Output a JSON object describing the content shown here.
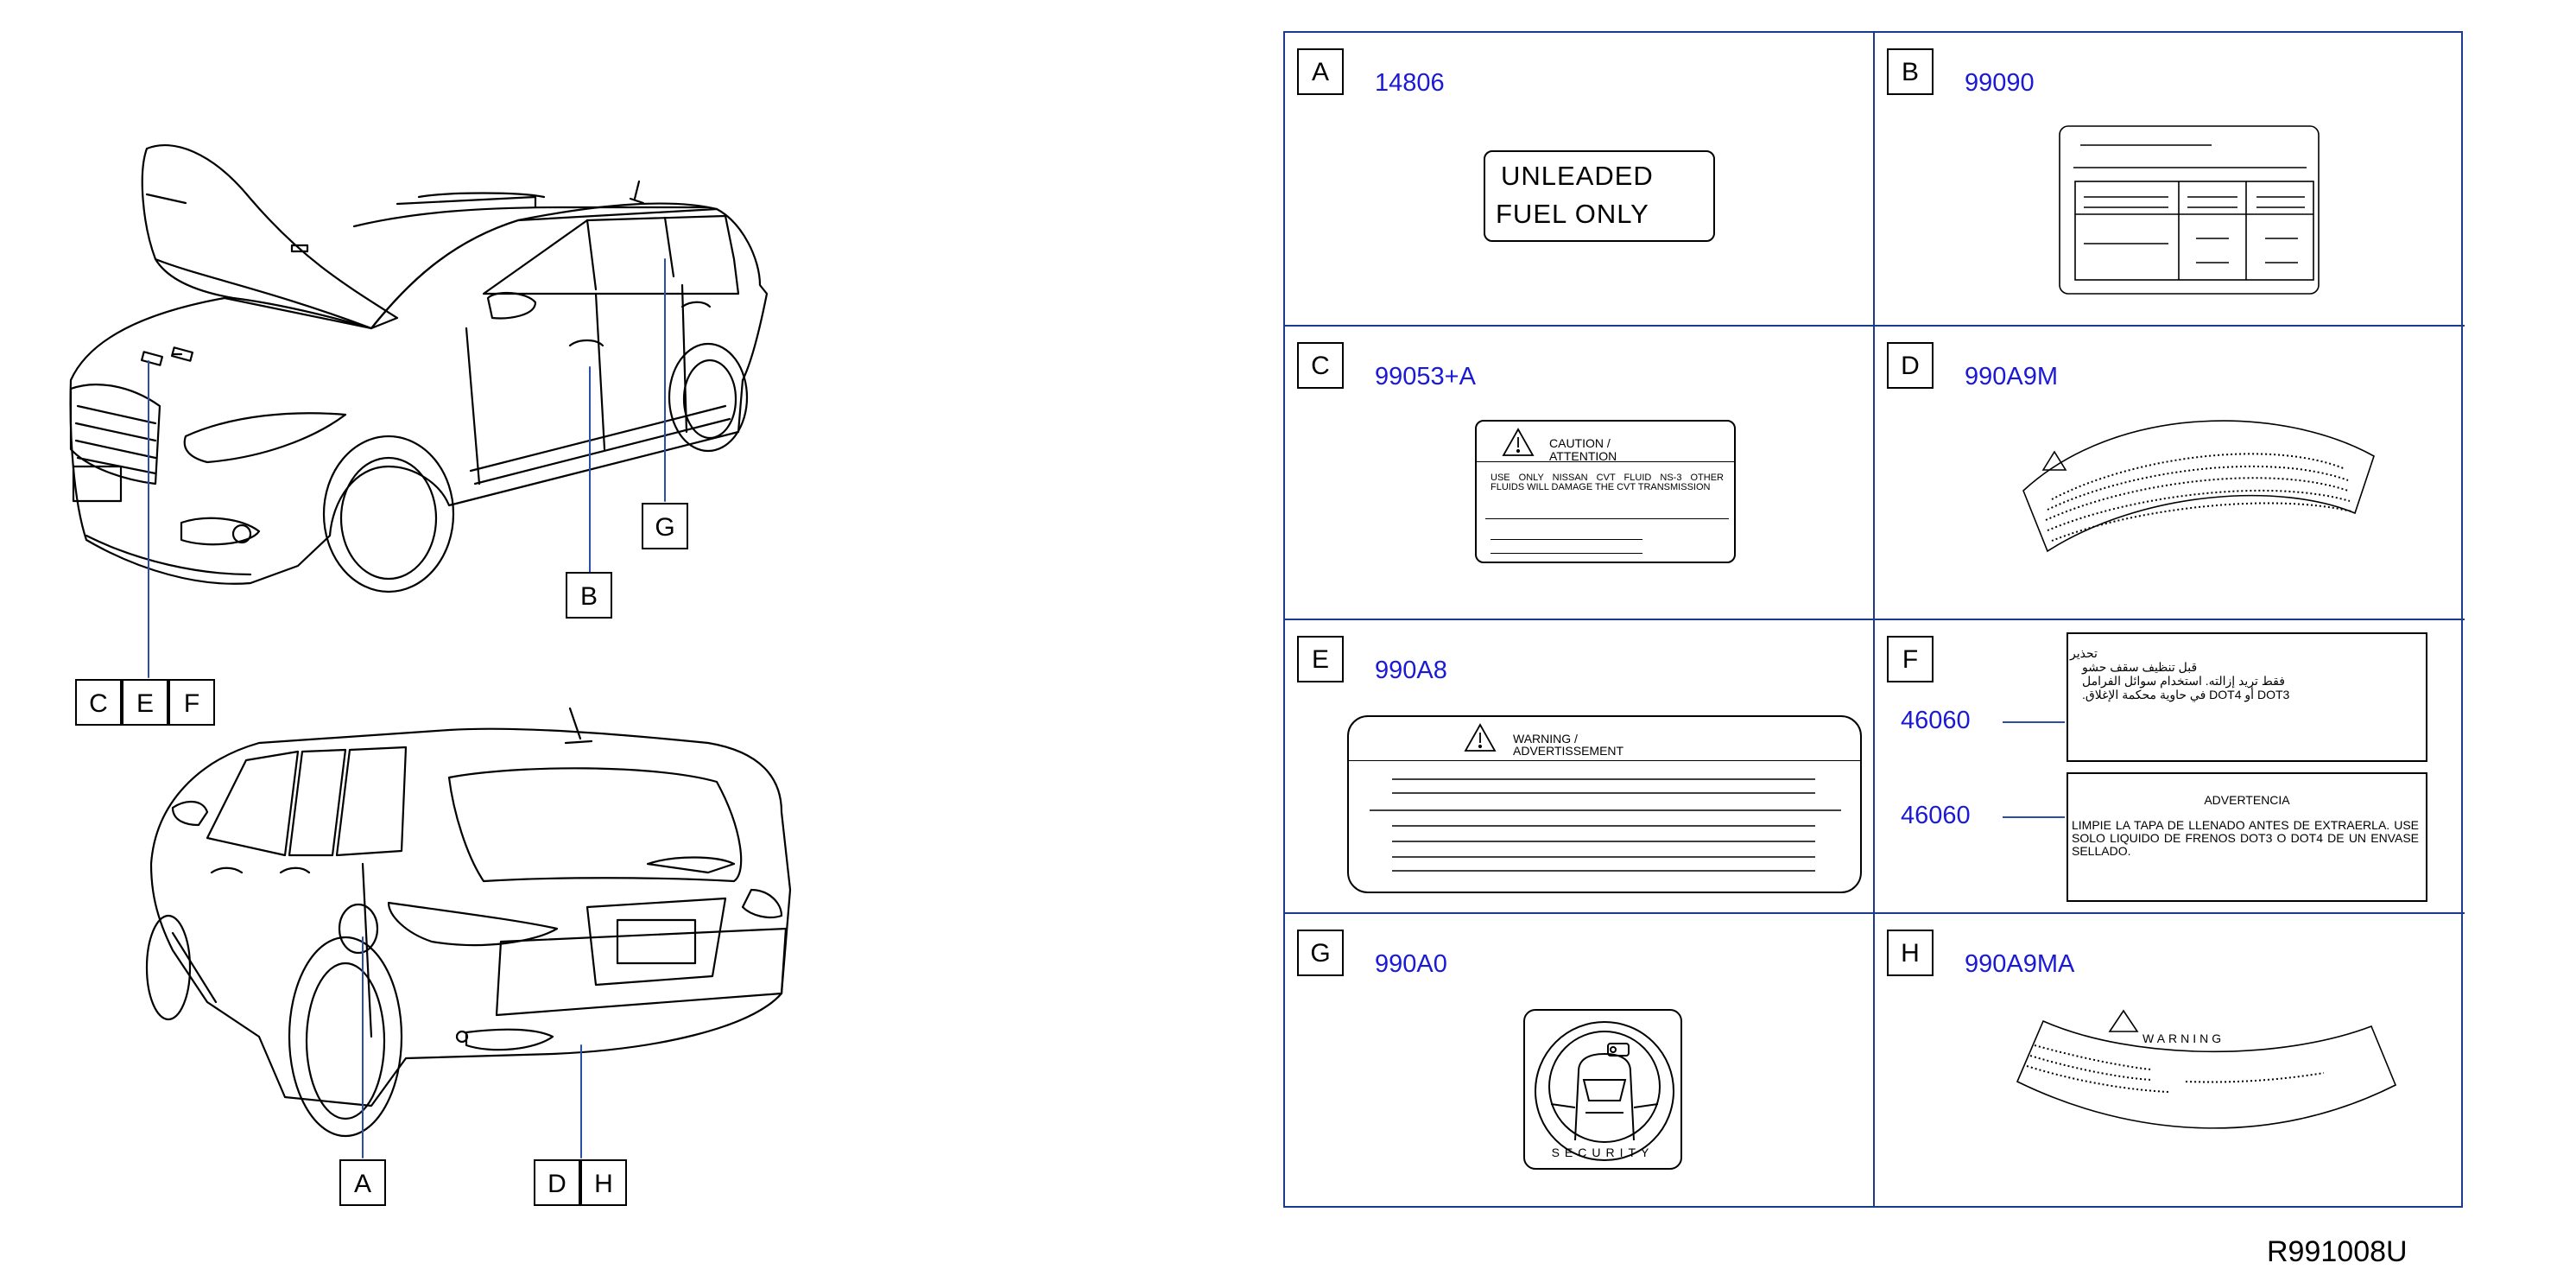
{
  "callouts": {
    "c": "C",
    "e": "E",
    "f": "F",
    "b": "B",
    "g": "G",
    "a": "A",
    "d": "D",
    "h": "H"
  },
  "labels": [
    {
      "letter": "A",
      "part": "14806"
    },
    {
      "letter": "B",
      "part": "99090"
    },
    {
      "letter": "C",
      "part": "99053+A"
    },
    {
      "letter": "D",
      "part": "990A9M"
    },
    {
      "letter": "E",
      "part": "990A8"
    },
    {
      "letter": "F",
      "part": ""
    },
    {
      "letter": "G",
      "part": "990A0"
    },
    {
      "letter": "H",
      "part": "990A9MA"
    }
  ],
  "label_a": {
    "line1": "UNLEADED",
    "line2": "FUEL   ONLY"
  },
  "label_c": {
    "title1": "CAUTION   /",
    "title2": "ATTENTION",
    "body": "USE  ONLY  NISSAN  CVT  FLUID  NS-3  OTHER  FLUIDS  WILL  DAMAGE  THE  CVT  TRANSMISSION"
  },
  "label_e": {
    "title1": "WARNING   /",
    "title2": "ADVERTISSEMENT"
  },
  "label_f": {
    "part_top": "46060",
    "part_bottom": "46060",
    "arabic_1": "تحذير",
    "arabic_2": "قبل    تنظيف   سقف   حشو",
    "arabic_3": "فقط    تريد  إزالته.  استخدام  سوائل  الفرامل",
    "arabic_4": "DOT3  أو  DOT4  في  حاوية  محكمة  الإغلاق.",
    "spanish_title": "ADVERTENCIA",
    "spanish_body": "LIMPIE  LA  TAPA  DE  LLENADO  ANTES  DE  EXTRAERLA.  USE  SOLO  LIQUIDO  DE  FRENOS  DOT3  O  DOT4  DE  UN  ENVASE  SELLADO."
  },
  "label_g": {
    "ring_text": "SECURITY"
  },
  "label_h": {
    "title": "WARNING"
  },
  "diagram_code": "R991008U"
}
